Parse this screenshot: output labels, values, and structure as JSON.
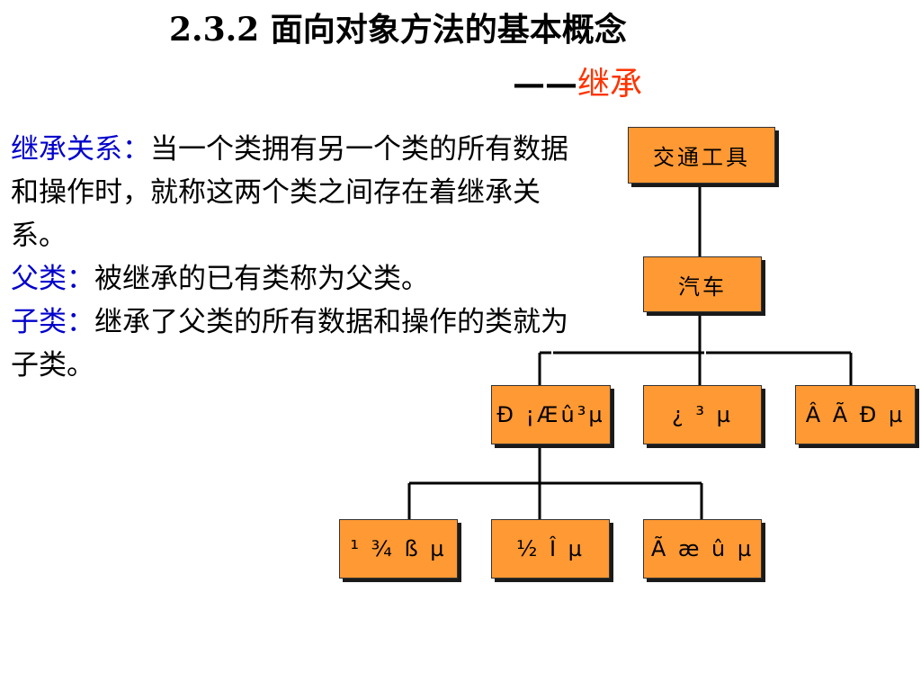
{
  "slide": {
    "title": "2.3.2 面向对象方法的基本概念",
    "subtitle_dash": "——",
    "subtitle_term": "继承",
    "accent_color": "#ff3300",
    "term_color": "#0000cc",
    "node_color": "#ff9933"
  },
  "definitions": [
    {
      "term": "继承关系：",
      "text": "当一个类拥有另一个类的所有数据和操作时，就称这两个类之间存在着继承关系。"
    },
    {
      "term": "父类：",
      "text": "被继承的已有类称为父类。"
    },
    {
      "term": "子类：",
      "text": "继承了父类的所有数据和操作的类就为子类。"
    }
  ],
  "tree": {
    "root": "交通工具",
    "level1": "汽车",
    "level2": [
      "Ð ¡Æû³µ",
      "¿ ³ µ",
      "Â Ã Ð µ"
    ],
    "level3": [
      "¹ ¾ ß µ",
      "½ Î µ",
      "Ã æ û µ"
    ]
  }
}
